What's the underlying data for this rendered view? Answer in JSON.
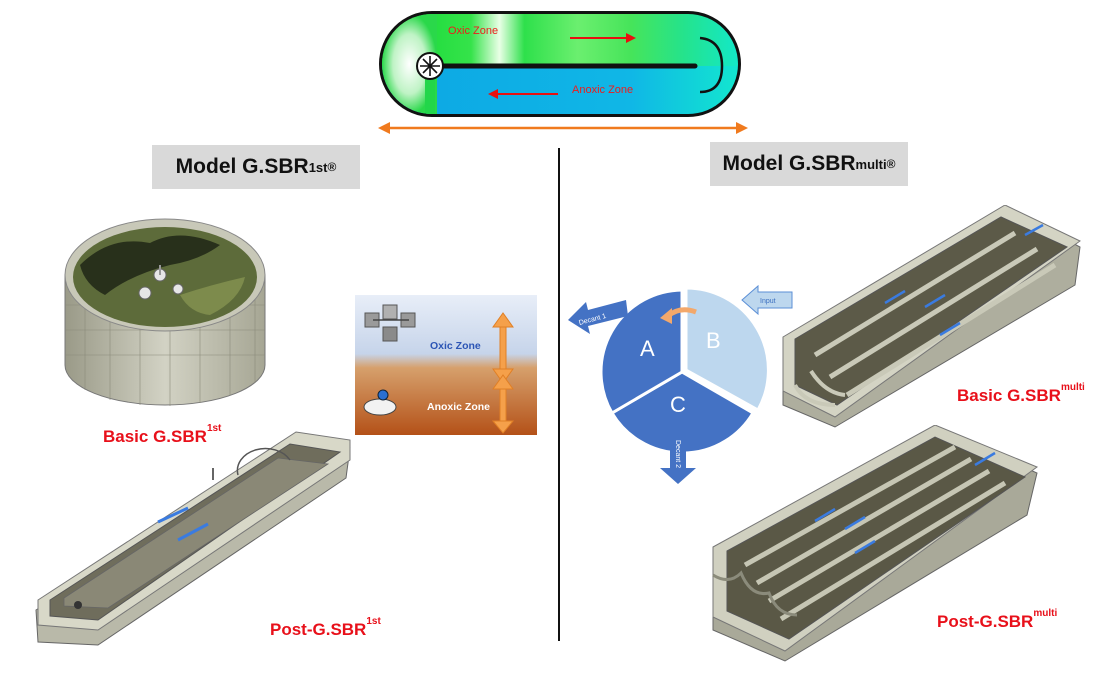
{
  "race_track": {
    "oxic_label": "Oxic Zone",
    "anoxic_label": "Anoxic Zone"
  },
  "models": {
    "left": {
      "prefix": "Model G.SBR",
      "sub": "1st",
      "mark": "®"
    },
    "right": {
      "prefix": "Model G.SBR",
      "sub": "multi",
      "mark": "®"
    }
  },
  "zones_panel": {
    "oxic_label": "Oxic Zone",
    "anoxic_label": "Anoxic Zone"
  },
  "cycle": {
    "segments": [
      "A",
      "B",
      "C"
    ],
    "input_label": "Input",
    "decant1_label": "Decant 1",
    "decant2_label": "Decant 2"
  },
  "labels": {
    "basic_1st": {
      "text": "Basic G.SBR",
      "sup": "1st"
    },
    "post_1st": {
      "text": "Post-G.SBR",
      "sup": "1st"
    },
    "basic_multi": {
      "text": "Basic G.SBR",
      "sup": "multi"
    },
    "post_multi": {
      "text": "Post-G.SBR",
      "sup": "multi"
    }
  },
  "colors": {
    "label_red": "#e8101a",
    "oxic_green": "#27d84a",
    "anoxic_blue": "#1aa3e8",
    "arrow_orange": "#f07a1e",
    "pie_dark": "#4472c4",
    "pie_light": "#bdd7ee",
    "model_box": "#d9d9d9"
  }
}
